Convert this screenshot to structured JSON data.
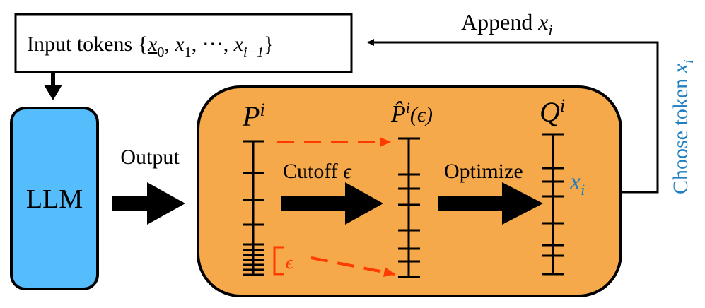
{
  "input_box": {
    "prefix": "Input tokens {",
    "t0": "x",
    "s0": "0",
    "t1": "x",
    "s1": "1",
    "ellipsis": "⋯",
    "t2": "x",
    "s2": "i−1",
    "suffix": "}"
  },
  "llm": {
    "label": "LLM"
  },
  "output_label": "Output",
  "append": {
    "label": "Append ",
    "var": "x",
    "sub": "i"
  },
  "choose": {
    "label": "Choose token ",
    "var": "x",
    "sub": "i"
  },
  "dist_p": {
    "letter": "P",
    "sup": "i"
  },
  "dist_phat": {
    "letter": "P̂",
    "sup": "i",
    "arg": "(ϵ)"
  },
  "dist_q": {
    "letter": "Q",
    "sup": "i"
  },
  "cutoff": {
    "label": "Cutoff ",
    "var": "ϵ"
  },
  "optimize": {
    "label": "Optimize"
  },
  "epsilon_mark": "ϵ",
  "chosen_token": {
    "var": "x",
    "sub": "i"
  },
  "colors": {
    "llm_fill": "#56bdfc",
    "panel_fill": "#f6a94b",
    "red": "#ff3b00",
    "blue": "#1f7fc0",
    "black": "#000000"
  }
}
